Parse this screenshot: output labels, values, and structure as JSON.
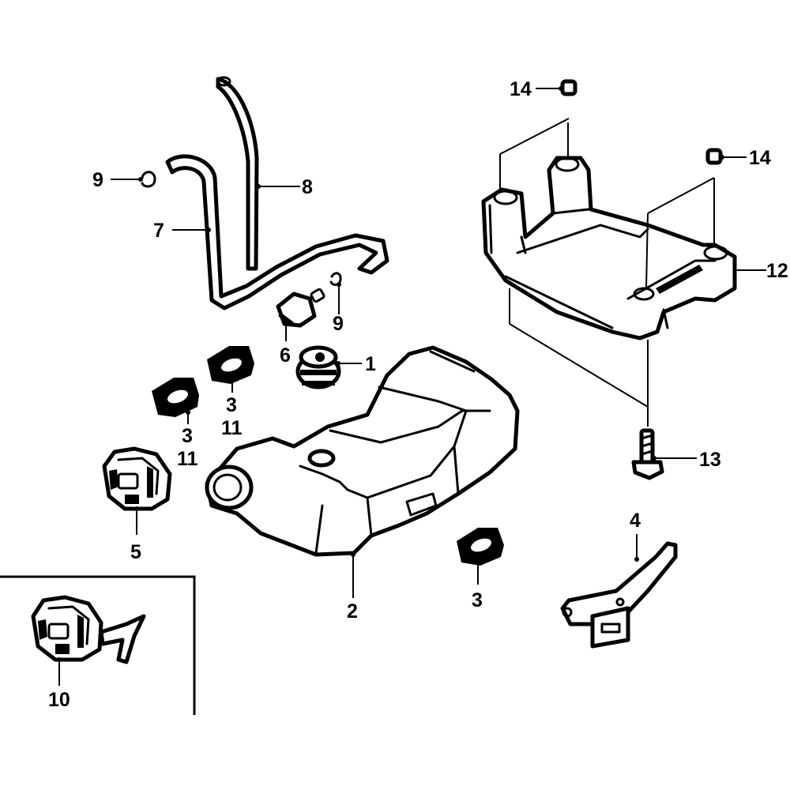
{
  "diagram": {
    "labels": {
      "fuel_tank": "2",
      "tank_grommet_top": "1",
      "grommet_left_small": "3",
      "grommet_left_small_alt": "11",
      "grommet_left_large": "3",
      "grommet_left_large_alt": "11",
      "grommet_bottom": "3",
      "fuel_tank_stay": "4",
      "fuel_filler_cap": "5",
      "fuel_filter": "6",
      "fuel_tube": "7",
      "breather_tube": "8",
      "clip_upper": "9",
      "clip_lower": "9",
      "cap_with_strap": "10",
      "tank_holder": "12",
      "flange_bolt": "13",
      "nut_left": "14",
      "nut_right": "14"
    }
  }
}
